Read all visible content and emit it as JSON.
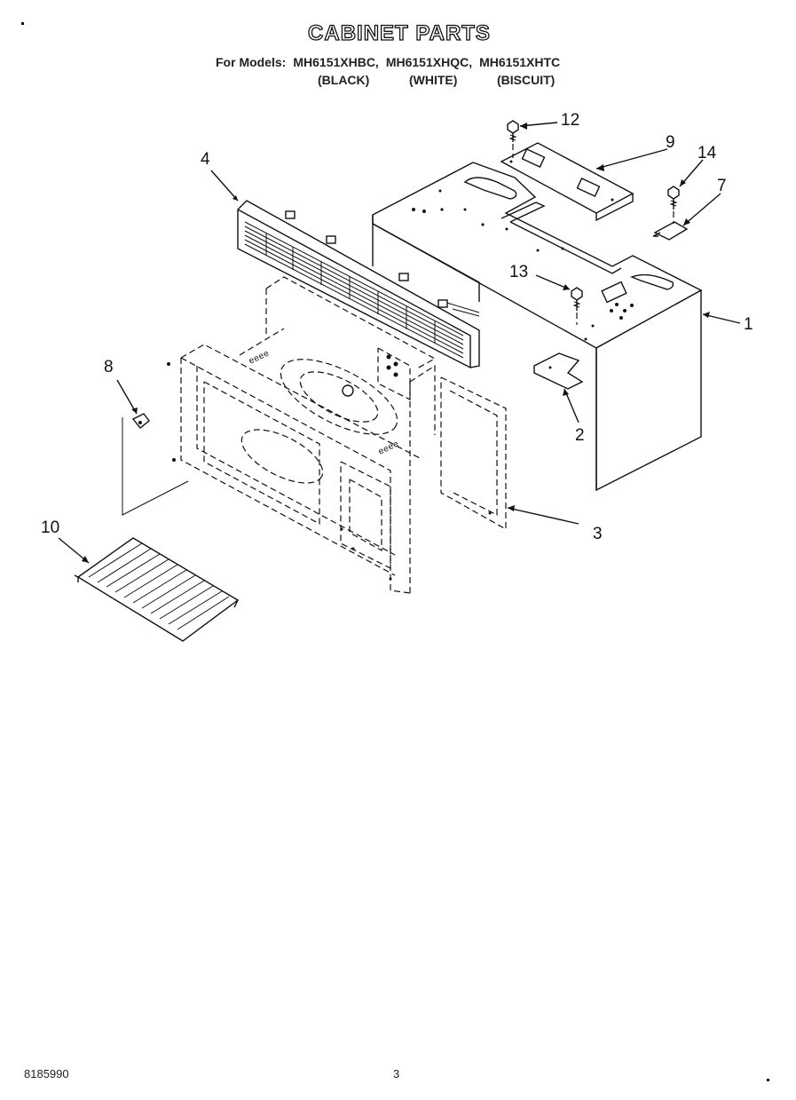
{
  "header": {
    "title": "CABINET PARTS",
    "models_prefix": "For Models:",
    "models": [
      "MH6151XHBC,",
      "MH6151XHQC,",
      "MH6151XHTC"
    ],
    "colors": [
      "(BLACK)",
      "(WHITE)",
      "(BISCUIT)"
    ]
  },
  "callouts": [
    "1",
    "2",
    "3",
    "4",
    "7",
    "8",
    "9",
    "10",
    "12",
    "13",
    "14"
  ],
  "footer": {
    "doc_number": "8185990",
    "page_number": "3"
  }
}
